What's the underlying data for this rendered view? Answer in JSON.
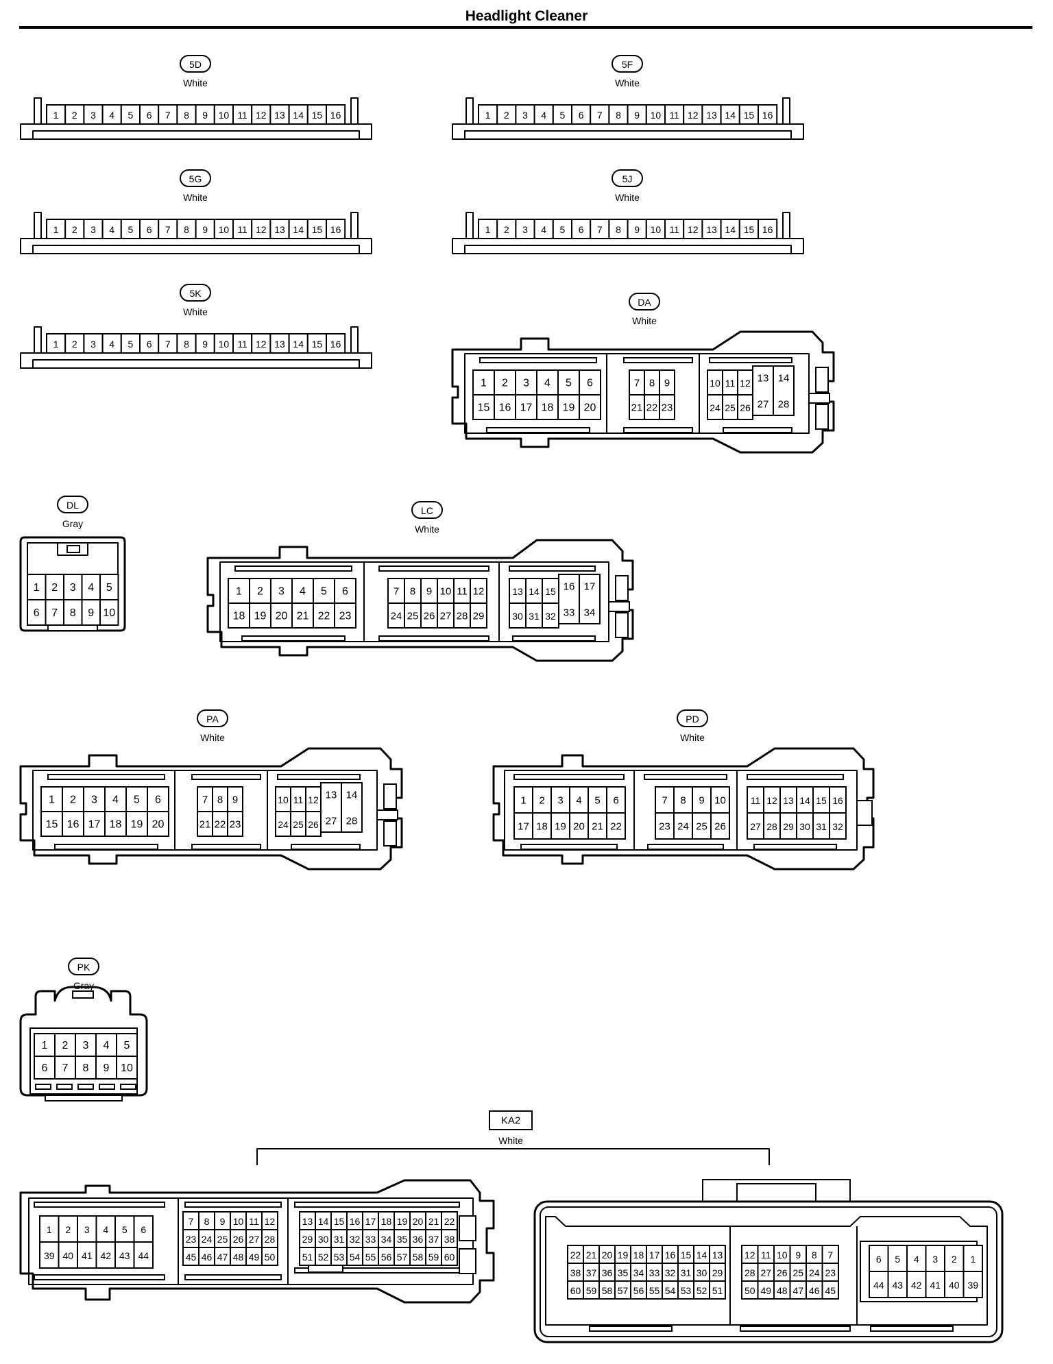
{
  "page": {
    "title": "Headlight Cleaner"
  },
  "connectors": [
    {
      "id": "5D",
      "color": "White",
      "type": "strip16",
      "pins": [
        "1",
        "2",
        "3",
        "4",
        "5",
        "6",
        "7",
        "8",
        "9",
        "10",
        "11",
        "12",
        "13",
        "14",
        "15",
        "16"
      ]
    },
    {
      "id": "5F",
      "color": "White",
      "type": "strip16",
      "pins": [
        "1",
        "2",
        "3",
        "4",
        "5",
        "6",
        "7",
        "8",
        "9",
        "10",
        "11",
        "12",
        "13",
        "14",
        "15",
        "16"
      ]
    },
    {
      "id": "5G",
      "color": "White",
      "type": "strip16",
      "pins": [
        "1",
        "2",
        "3",
        "4",
        "5",
        "6",
        "7",
        "8",
        "9",
        "10",
        "11",
        "12",
        "13",
        "14",
        "15",
        "16"
      ]
    },
    {
      "id": "5J",
      "color": "White",
      "type": "strip16",
      "pins": [
        "1",
        "2",
        "3",
        "4",
        "5",
        "6",
        "7",
        "8",
        "9",
        "10",
        "11",
        "12",
        "13",
        "14",
        "15",
        "16"
      ]
    },
    {
      "id": "5K",
      "color": "White",
      "type": "strip16",
      "pins": [
        "1",
        "2",
        "3",
        "4",
        "5",
        "6",
        "7",
        "8",
        "9",
        "10",
        "11",
        "12",
        "13",
        "14",
        "15",
        "16"
      ]
    },
    {
      "id": "DA",
      "color": "White",
      "type": "ecu28",
      "blocks": [
        {
          "rows": [
            [
              "1",
              "2",
              "3",
              "4",
              "5",
              "6"
            ],
            [
              "15",
              "16",
              "17",
              "18",
              "19",
              "20"
            ]
          ]
        },
        {
          "rows": [
            [
              "7",
              "8",
              "9"
            ],
            [
              "21",
              "22",
              "23"
            ]
          ]
        },
        {
          "rows": [
            [
              "10",
              "11",
              "12"
            ],
            [
              "24",
              "25",
              "26"
            ]
          ],
          "tall": [
            [
              "13",
              "27"
            ],
            [
              "14",
              "28"
            ]
          ]
        }
      ]
    },
    {
      "id": "DL",
      "color": "Gray",
      "type": "small10",
      "rows": [
        [
          "1",
          "2",
          "3",
          "4",
          "5"
        ],
        [
          "6",
          "7",
          "8",
          "9",
          "10"
        ]
      ]
    },
    {
      "id": "LC",
      "color": "White",
      "type": "ecu34",
      "blocks": [
        {
          "rows": [
            [
              "1",
              "2",
              "3",
              "4",
              "5",
              "6"
            ],
            [
              "18",
              "19",
              "20",
              "21",
              "22",
              "23"
            ]
          ]
        },
        {
          "rows": [
            [
              "7",
              "8",
              "9",
              "10",
              "11",
              "12"
            ],
            [
              "24",
              "25",
              "26",
              "27",
              "28",
              "29"
            ]
          ]
        },
        {
          "rows": [
            [
              "13",
              "14",
              "15"
            ],
            [
              "30",
              "31",
              "32"
            ]
          ],
          "tall": [
            [
              "16",
              "33"
            ],
            [
              "17",
              "34"
            ]
          ]
        }
      ]
    },
    {
      "id": "PA",
      "color": "White",
      "type": "ecu28",
      "blocks": [
        {
          "rows": [
            [
              "1",
              "2",
              "3",
              "4",
              "5",
              "6"
            ],
            [
              "15",
              "16",
              "17",
              "18",
              "19",
              "20"
            ]
          ]
        },
        {
          "rows": [
            [
              "7",
              "8",
              "9"
            ],
            [
              "21",
              "22",
              "23"
            ]
          ]
        },
        {
          "rows": [
            [
              "10",
              "11",
              "12"
            ],
            [
              "24",
              "25",
              "26"
            ]
          ],
          "tall": [
            [
              "13",
              "27"
            ],
            [
              "14",
              "28"
            ]
          ]
        }
      ]
    },
    {
      "id": "PD",
      "color": "White",
      "type": "ecu32",
      "blocks": [
        {
          "rows": [
            [
              "1",
              "2",
              "3",
              "4",
              "5",
              "6"
            ],
            [
              "17",
              "18",
              "19",
              "20",
              "21",
              "22"
            ]
          ]
        },
        {
          "rows": [
            [
              "7",
              "8",
              "9",
              "10"
            ],
            [
              "23",
              "24",
              "25",
              "26"
            ]
          ]
        },
        {
          "rows": [
            [
              "11",
              "12",
              "13",
              "14",
              "15",
              "16"
            ],
            [
              "27",
              "28",
              "29",
              "30",
              "31",
              "32"
            ]
          ]
        }
      ]
    },
    {
      "id": "PK",
      "color": "Gray",
      "type": "small10b",
      "rows": [
        [
          "1",
          "2",
          "3",
          "4",
          "5"
        ],
        [
          "6",
          "7",
          "8",
          "9",
          "10"
        ]
      ]
    },
    {
      "id": "KA2",
      "color": "White",
      "type": "ka2",
      "left": [
        {
          "rows": [
            [
              "1",
              "2",
              "3",
              "4",
              "5",
              "6"
            ],
            [
              "39",
              "40",
              "41",
              "42",
              "43",
              "44"
            ]
          ]
        },
        {
          "rows": [
            [
              "7",
              "8",
              "9",
              "10",
              "11",
              "12"
            ],
            [
              "23",
              "24",
              "25",
              "26",
              "27",
              "28"
            ],
            [
              "45",
              "46",
              "47",
              "48",
              "49",
              "50"
            ]
          ]
        },
        {
          "rows": [
            [
              "13",
              "14",
              "15",
              "16",
              "17",
              "18",
              "19",
              "20",
              "21",
              "22"
            ],
            [
              "29",
              "30",
              "31",
              "32",
              "33",
              "34",
              "35",
              "36",
              "37",
              "38"
            ],
            [
              "51",
              "52",
              "53",
              "54",
              "55",
              "56",
              "57",
              "58",
              "59",
              "60"
            ]
          ]
        }
      ],
      "right": [
        {
          "rows": [
            [
              "22",
              "21",
              "20",
              "19",
              "18",
              "17",
              "16",
              "15",
              "14",
              "13"
            ],
            [
              "38",
              "37",
              "36",
              "35",
              "34",
              "33",
              "32",
              "31",
              "30",
              "29"
            ],
            [
              "60",
              "59",
              "58",
              "57",
              "56",
              "55",
              "54",
              "53",
              "52",
              "51"
            ]
          ]
        },
        {
          "rows": [
            [
              "12",
              "11",
              "10",
              "9",
              "8",
              "7"
            ],
            [
              "28",
              "27",
              "26",
              "25",
              "24",
              "23"
            ],
            [
              "50",
              "49",
              "48",
              "47",
              "46",
              "45"
            ]
          ]
        },
        {
          "rows": [
            [
              "6",
              "5",
              "4",
              "3",
              "2",
              "1"
            ],
            [
              "44",
              "43",
              "42",
              "41",
              "40",
              "39"
            ]
          ]
        }
      ]
    }
  ]
}
